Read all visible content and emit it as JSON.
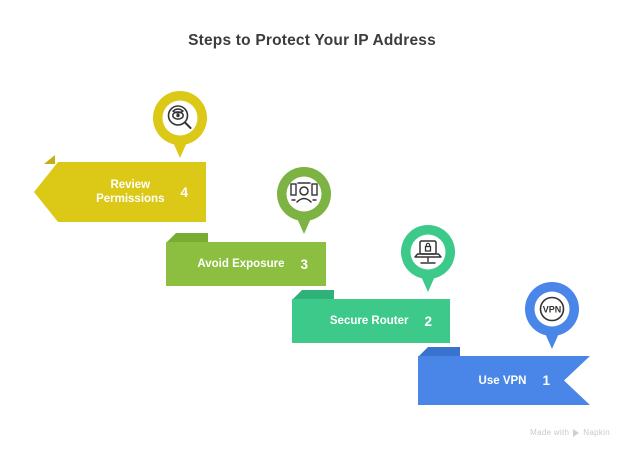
{
  "title": "Steps to Protect Your IP Address",
  "background": "#ffffff",
  "title_color": "#3c3c3c",
  "watermark": {
    "prefix": "Made with",
    "brand": "Napkin",
    "logo_icon": "play-triangle-icon",
    "color": "#c9c9c9"
  },
  "steps": [
    {
      "id": "review-permissions",
      "label": "Review\nPermissions",
      "number": "4",
      "color": "#DCC817",
      "tab_color": "#c2b014",
      "icon": "magnifier-eye-icon",
      "shape": "arrow-left-notch"
    },
    {
      "id": "avoid-exposure",
      "label": "Avoid Exposure",
      "number": "3",
      "color": "#8CBF3F",
      "tab_color": "#7aab33",
      "icon": "privacy-face-icon",
      "shape": "rect"
    },
    {
      "id": "secure-router",
      "label": "Secure Router",
      "number": "2",
      "color": "#3CC98A",
      "tab_color": "#2fb278",
      "icon": "laptop-lock-icon",
      "shape": "rect"
    },
    {
      "id": "use-vpn",
      "label": "Use VPN",
      "number": "1",
      "color": "#4A86E8",
      "tab_color": "#3a72d0",
      "icon": "vpn-badge-icon",
      "shape": "arrow-right-notch"
    }
  ]
}
